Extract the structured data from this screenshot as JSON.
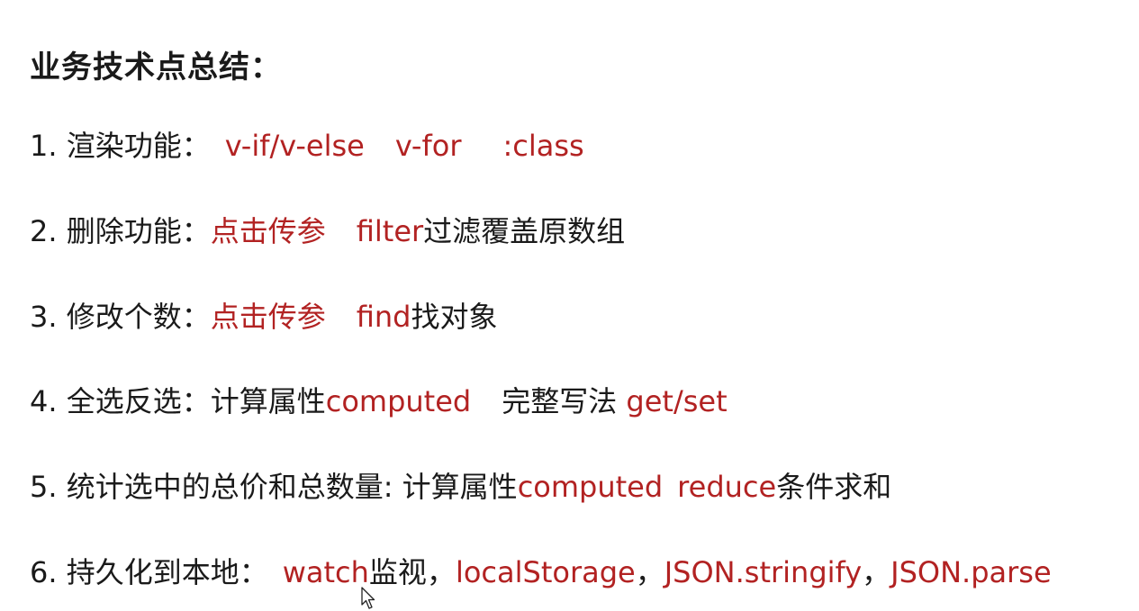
{
  "title": "业务技术点总结：",
  "items": [
    {
      "label": "1. 渲染功能：",
      "parts": [
        "v-if/v-else",
        "v-for",
        ":class"
      ]
    },
    {
      "label": "2. 删除功能：",
      "parts": [
        "点击传参",
        "filter",
        "过滤覆盖原数组"
      ]
    },
    {
      "label": "3. 修改个数：",
      "parts": [
        "点击传参",
        "find",
        "找对象"
      ]
    },
    {
      "label": "4. 全选反选：",
      "parts": [
        "计算属性",
        "computed",
        "完整写法",
        "get/set"
      ]
    },
    {
      "label": "5. 统计选中的总价和总数量:",
      "parts": [
        "计算属性",
        "computed",
        "reduce",
        "条件求和"
      ]
    },
    {
      "label": "6. 持久化到本地：",
      "parts": [
        "watch",
        "监视，",
        "localStorage",
        "，",
        "JSON.stringify",
        "，",
        "JSON.parse"
      ]
    }
  ],
  "colors": {
    "text": "#1a1a1a",
    "highlight": "#b22222",
    "background": "#ffffff"
  },
  "icons": {
    "cursor": "mouse-pointer-icon"
  }
}
